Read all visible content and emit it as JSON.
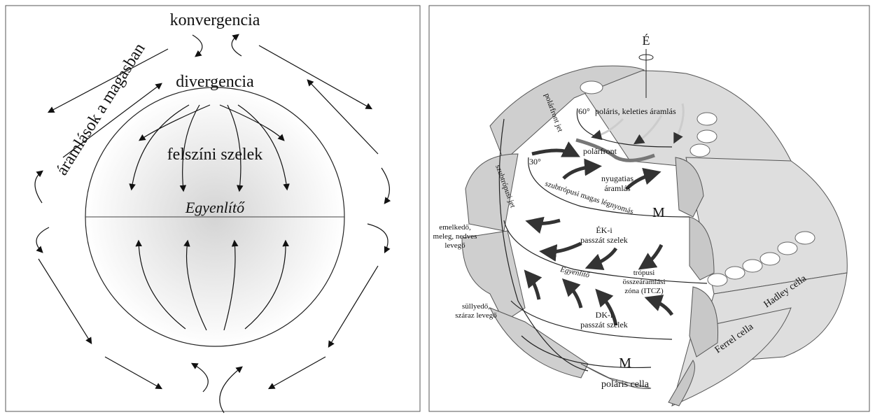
{
  "left_panel": {
    "convergence": "konvergencia",
    "divergence": "divergencia",
    "surface_winds": "felszíni szelek",
    "equator": "Egyenlítő",
    "upper_flows": "áramlások a magasban"
  },
  "right_panel": {
    "north": "É",
    "lat60": "60°",
    "lat30": "30°",
    "polar_easterlies": "poláris, keleties áramlás",
    "polar_front_jet": "polárfront jet",
    "polar_front": "polárfront",
    "westerlies": [
      "nyugatias",
      "áramlás"
    ],
    "subtropical_jet": "szubtrópusi jet",
    "subtropical_high": "szubtrópusi magas légnyomás",
    "high_symbol": "M",
    "ne_trades": [
      "ÉK-i",
      "passzát szelek"
    ],
    "rising_air": [
      "emelkedő,",
      "meleg, nedves",
      "levegő"
    ],
    "equator": "Egyenlítő",
    "itcz": [
      "trópusi",
      "összeáramlási",
      "zóna (ITCZ)"
    ],
    "sinking_air": [
      "süllyedő,",
      "száraz levegő"
    ],
    "se_trades": [
      "DK-i",
      "passzát szelek"
    ],
    "hadley": "Hadley cella",
    "ferrel": "Ferrel cella",
    "high_symbol_south": "M",
    "polar_cell": "poláris cella"
  }
}
